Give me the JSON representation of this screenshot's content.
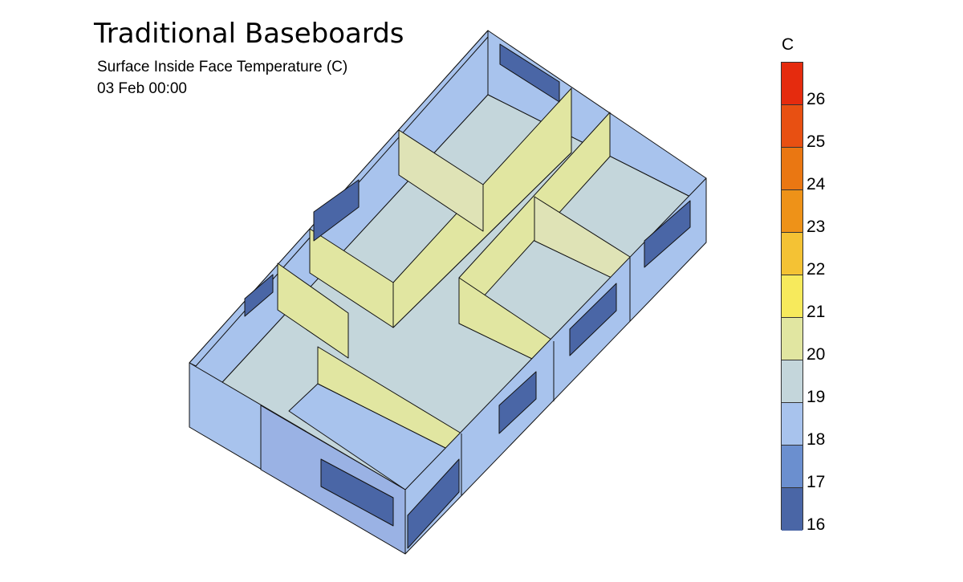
{
  "title": "Traditional Baseboards",
  "subtitle": "Surface Inside Face Temperature (C)",
  "timestamp": "03 Feb 00:00",
  "legend": {
    "unit": "C",
    "labels": [
      "26",
      "25",
      "24",
      "23",
      "22",
      "21",
      "20",
      "19",
      "18",
      "17",
      "16"
    ],
    "colors": [
      "#e52b0e",
      "#e85012",
      "#ea7712",
      "#ee9218",
      "#f4c234",
      "#f7ea5c",
      "#e1e6a1",
      "#c4d6db",
      "#a8c3ed",
      "#6b8fcf",
      "#4a66a6"
    ]
  },
  "colors": {
    "outline": "#111111",
    "wall": "#a8c3ed",
    "wall_dark": "#9ab2e4",
    "floor": "#c4d6db",
    "partition": "#e1e6a1",
    "window": "#4a66a6"
  }
}
